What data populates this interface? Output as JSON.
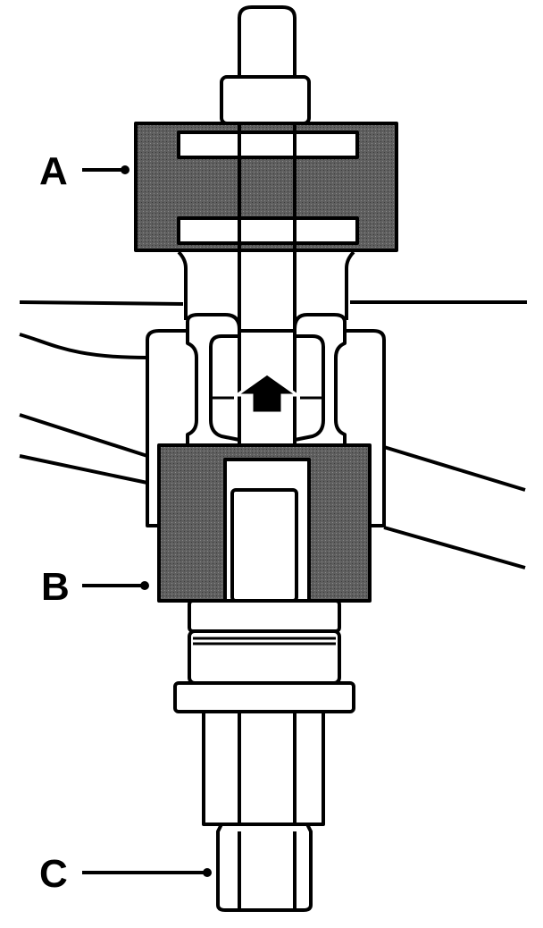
{
  "labels": {
    "a": "A",
    "b": "B",
    "c": "C"
  },
  "colors": {
    "outline": "#000000",
    "hatch_fill": "#5a5a5a",
    "background": "#ffffff",
    "arrow": "#000000"
  }
}
